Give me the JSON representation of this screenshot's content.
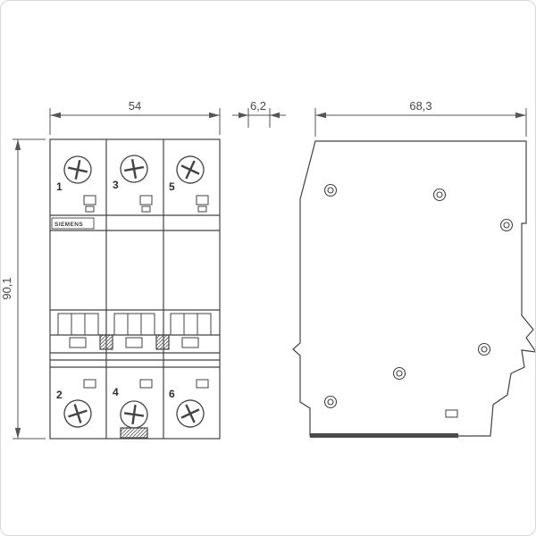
{
  "front_view": {
    "brand_label": "SIEMENS",
    "width_dim": "54",
    "height_dim": "90,1",
    "terminal_numbers_top": [
      "1",
      "3",
      "5"
    ],
    "terminal_numbers_bottom": [
      "2",
      "4",
      "6"
    ]
  },
  "side_view": {
    "front_depth_dim": "6,2",
    "total_depth_dim": "68,3"
  },
  "colors": {
    "line": "#424242",
    "dim_line": "#565656",
    "dim_text": "#474747",
    "background": "#ffffff"
  }
}
